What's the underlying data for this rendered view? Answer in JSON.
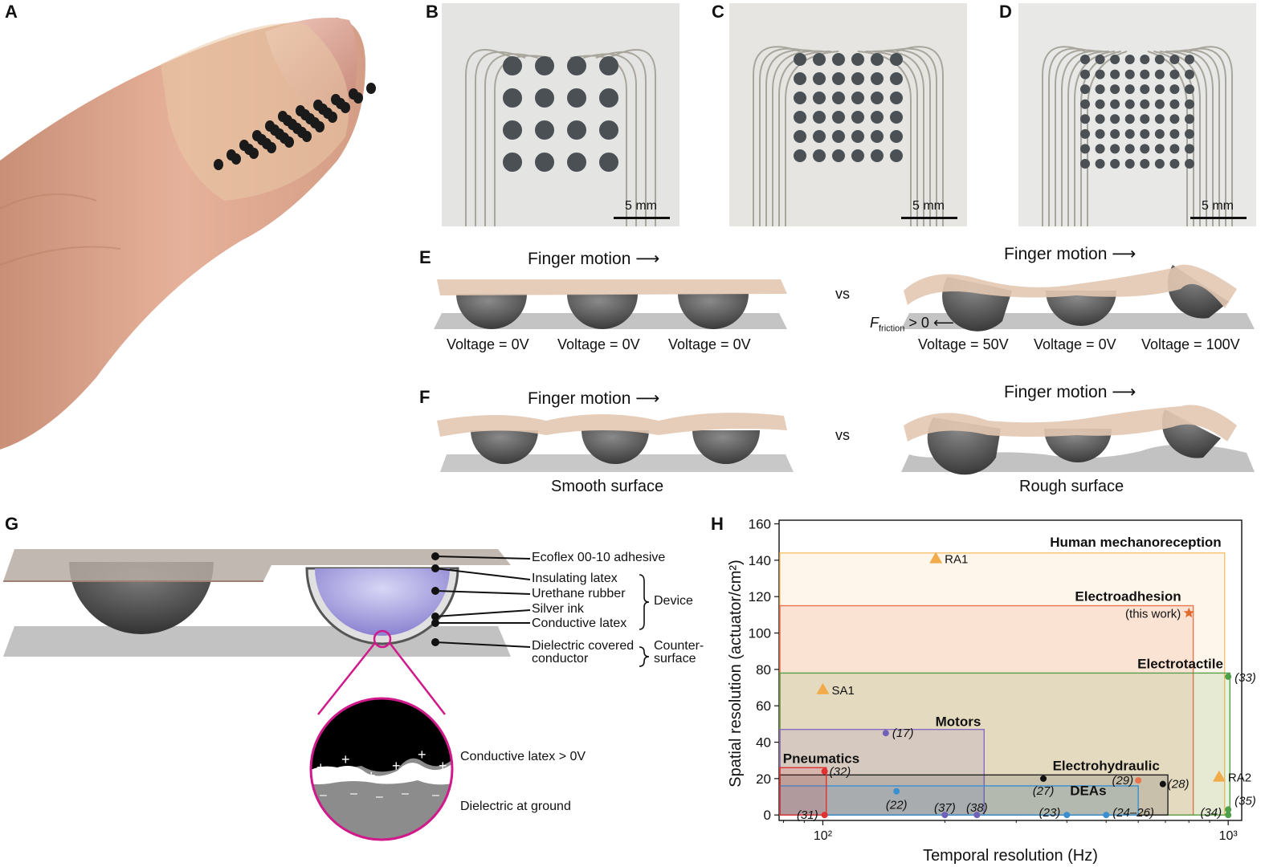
{
  "panels": {
    "a": "A",
    "b": "B",
    "c": "C",
    "d": "D",
    "e": "E",
    "f": "F",
    "g": "G",
    "h": "H"
  },
  "scale_bars": {
    "b": "5 mm",
    "c": "5 mm",
    "d": "5 mm"
  },
  "arrays": {
    "b": [
      4,
      4
    ],
    "c": [
      6,
      6
    ],
    "d": [
      8,
      8
    ]
  },
  "panel_e": {
    "finger_motion": "Finger motion",
    "vs": "vs",
    "left_voltages": [
      "Voltage = 0V",
      "Voltage = 0V",
      "Voltage = 0V"
    ],
    "right_voltages": [
      "Voltage = 50V",
      "Voltage = 0V",
      "Voltage = 100V"
    ],
    "friction_main": "F",
    "friction_sub": "friction",
    "friction_rest": " > 0"
  },
  "panel_f": {
    "finger_motion": "Finger motion",
    "vs": "vs",
    "smooth": "Smooth surface",
    "rough": "Rough surface"
  },
  "panel_g": {
    "layers": [
      "Ecoflex 00-10 adhesive",
      "Insulating latex",
      "Urethane rubber",
      "Silver ink",
      "Conductive latex",
      "Dielectric covered",
      "conductor"
    ],
    "device": "Device",
    "counter_1": "Counter-",
    "counter_2": "surface",
    "zoom_top": "Conductive latex > 0V",
    "zoom_bottom": "Dielectric at ground",
    "plus": "+",
    "minus": "–"
  },
  "chart_data": {
    "type": "scatter",
    "xlabel": "Temporal resolution (Hz)",
    "ylabel": "Spatial resolution (actuator/cm²)",
    "xscale": "log",
    "xlim": [
      78,
      1080
    ],
    "ylim": [
      -3,
      162
    ],
    "x_tick_labels": [
      "10²",
      "10³"
    ],
    "x_ticks": [
      100,
      1000
    ],
    "y_ticks": [
      0,
      20,
      40,
      60,
      80,
      100,
      120,
      140,
      160
    ],
    "regions": [
      {
        "name": "Human mechanoreception",
        "x": [
          78,
          980
        ],
        "y": [
          0,
          144
        ],
        "color": "#f5c26b"
      },
      {
        "name": "Electroadhesion",
        "x": [
          78,
          820
        ],
        "y": [
          0,
          115
        ],
        "color": "#e8734f"
      },
      {
        "name": "Electrotactile",
        "x": [
          78,
          1010
        ],
        "y": [
          0,
          78
        ],
        "color": "#5aa04a"
      },
      {
        "name": "Motors",
        "x": [
          78,
          250
        ],
        "y": [
          0,
          47
        ],
        "color": "#8a6bbf"
      },
      {
        "name": "Electrohydraulic",
        "x": [
          78,
          710
        ],
        "y": [
          0,
          22
        ],
        "color": "#222222"
      },
      {
        "name": "DEAs",
        "x": [
          78,
          600
        ],
        "y": [
          0,
          16
        ],
        "color": "#3a8fd0"
      },
      {
        "name": "Pneumatics",
        "x": [
          78,
          102
        ],
        "y": [
          0,
          26
        ],
        "color": "#e03030"
      }
    ],
    "receptors": [
      {
        "name": "RA1",
        "x": 190,
        "y": 141
      },
      {
        "name": "SA1",
        "x": 100,
        "y": 69
      },
      {
        "name": "RA2",
        "x": 950,
        "y": 21
      }
    ],
    "this_work": {
      "label": "(this work)",
      "x": 800,
      "y": 111
    },
    "points": [
      {
        "label": "(17)",
        "x": 143,
        "y": 45,
        "color": "#7060b8"
      },
      {
        "label": "(32)",
        "x": 101,
        "y": 24,
        "color": "#e03030"
      },
      {
        "label": "(31)",
        "x": 101,
        "y": 0,
        "color": "#e03030"
      },
      {
        "label": "(22)",
        "x": 152,
        "y": 13,
        "color": "#3a8fd0"
      },
      {
        "label": "(37)",
        "x": 200,
        "y": 0,
        "color": "#7060b8"
      },
      {
        "label": "(38)",
        "x": 240,
        "y": 0,
        "color": "#7060b8"
      },
      {
        "label": "(27)",
        "x": 350,
        "y": 20,
        "color": "#111111"
      },
      {
        "label": "(23)",
        "x": 400,
        "y": 0,
        "color": "#3a8fd0"
      },
      {
        "label": "(24–26)",
        "x": 500,
        "y": 0,
        "color": "#3a8fd0"
      },
      {
        "label": "(29)",
        "x": 600,
        "y": 19,
        "color": "#e8734f"
      },
      {
        "label": "(28)",
        "x": 690,
        "y": 17,
        "color": "#111111"
      },
      {
        "label": "(33)",
        "x": 1000,
        "y": 76,
        "color": "#4da04a"
      },
      {
        "label": "(34)",
        "x": 1000,
        "y": 0,
        "color": "#4da04a"
      },
      {
        "label": "(35)",
        "x": 1000,
        "y": 3,
        "color": "#4da04a"
      }
    ]
  }
}
